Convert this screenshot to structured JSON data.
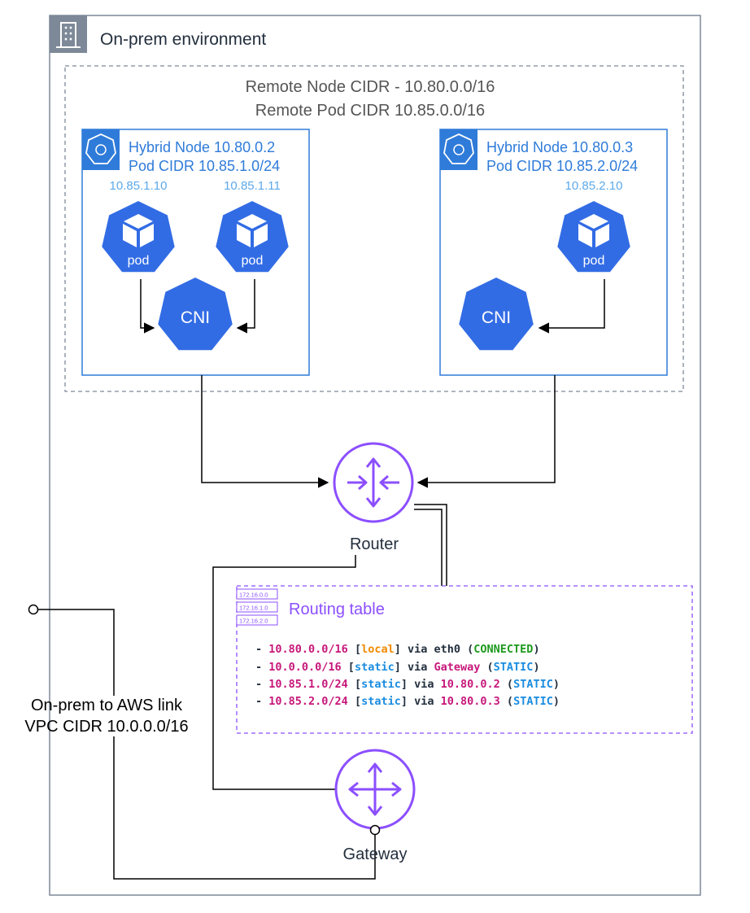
{
  "environment": {
    "title": "On-prem environment"
  },
  "cidr_group": {
    "line1": "Remote Node CIDR - 10.80.0.0/16",
    "line2": "Remote Pod CIDR 10.85.0.0/16"
  },
  "node1": {
    "title": "Hybrid Node 10.80.0.2",
    "pod_cidr": "Pod CIDR 10.85.1.0/24",
    "pods": [
      {
        "ip": "10.85.1.10",
        "label": "pod"
      },
      {
        "ip": "10.85.1.11",
        "label": "pod"
      }
    ],
    "cni_label": "CNI"
  },
  "node2": {
    "title": "Hybrid Node 10.80.0.3",
    "pod_cidr": "Pod CIDR 10.85.2.0/24",
    "pods": [
      {
        "ip": "10.85.2.10",
        "label": "pod"
      }
    ],
    "cni_label": "CNI"
  },
  "router": {
    "label": "Router"
  },
  "gateway": {
    "label": "Gateway"
  },
  "link": {
    "line1": "On-prem to AWS link",
    "line2": "VPC CIDR 10.0.0.0/16"
  },
  "routing_table": {
    "title": "Routing table",
    "icon_rows": [
      "172.16.0.0",
      "172.16.1.0",
      "172.16.2.0"
    ],
    "routes": [
      {
        "bullet": "- ",
        "cidr": "10.80.0.0/16",
        "open": " [",
        "type": "local",
        "close": "]",
        "via": " via ",
        "target": "eth0",
        "status_open": " (",
        "status": "CONNECTED",
        "status_close": ")"
      },
      {
        "bullet": "- ",
        "cidr": "10.0.0.0/16",
        "open": " [",
        "type": "static",
        "close": "]",
        "via": " via ",
        "target": "Gateway",
        "status_open": " (",
        "status": "STATIC",
        "status_close": ")"
      },
      {
        "bullet": "- ",
        "cidr": "10.85.1.0/24",
        "open": " [",
        "type": "static",
        "close": "]",
        "via": " via ",
        "target": "10.80.0.2",
        "status_open": " (",
        "status": "STATIC",
        "status_close": ")"
      },
      {
        "bullet": "- ",
        "cidr": "10.85.2.0/24",
        "open": " [",
        "type": "static",
        "close": "]",
        "via": " via ",
        "target": "10.80.0.3",
        "status_open": " (",
        "status": "STATIC",
        "status_close": ")"
      }
    ]
  },
  "colors": {
    "k8s_blue": "#326CE5",
    "node_border": "#2F7BD9",
    "ip_label": "#5DA9E9",
    "purple": "#8C4FFF",
    "cidr_magenta": "#C7177A",
    "local_orange": "#F08A00",
    "static_blue": "#1A8CE0",
    "connected_green": "#1E9A1E",
    "dark_text": "#232F3E",
    "gray_border": "#7D8998"
  }
}
